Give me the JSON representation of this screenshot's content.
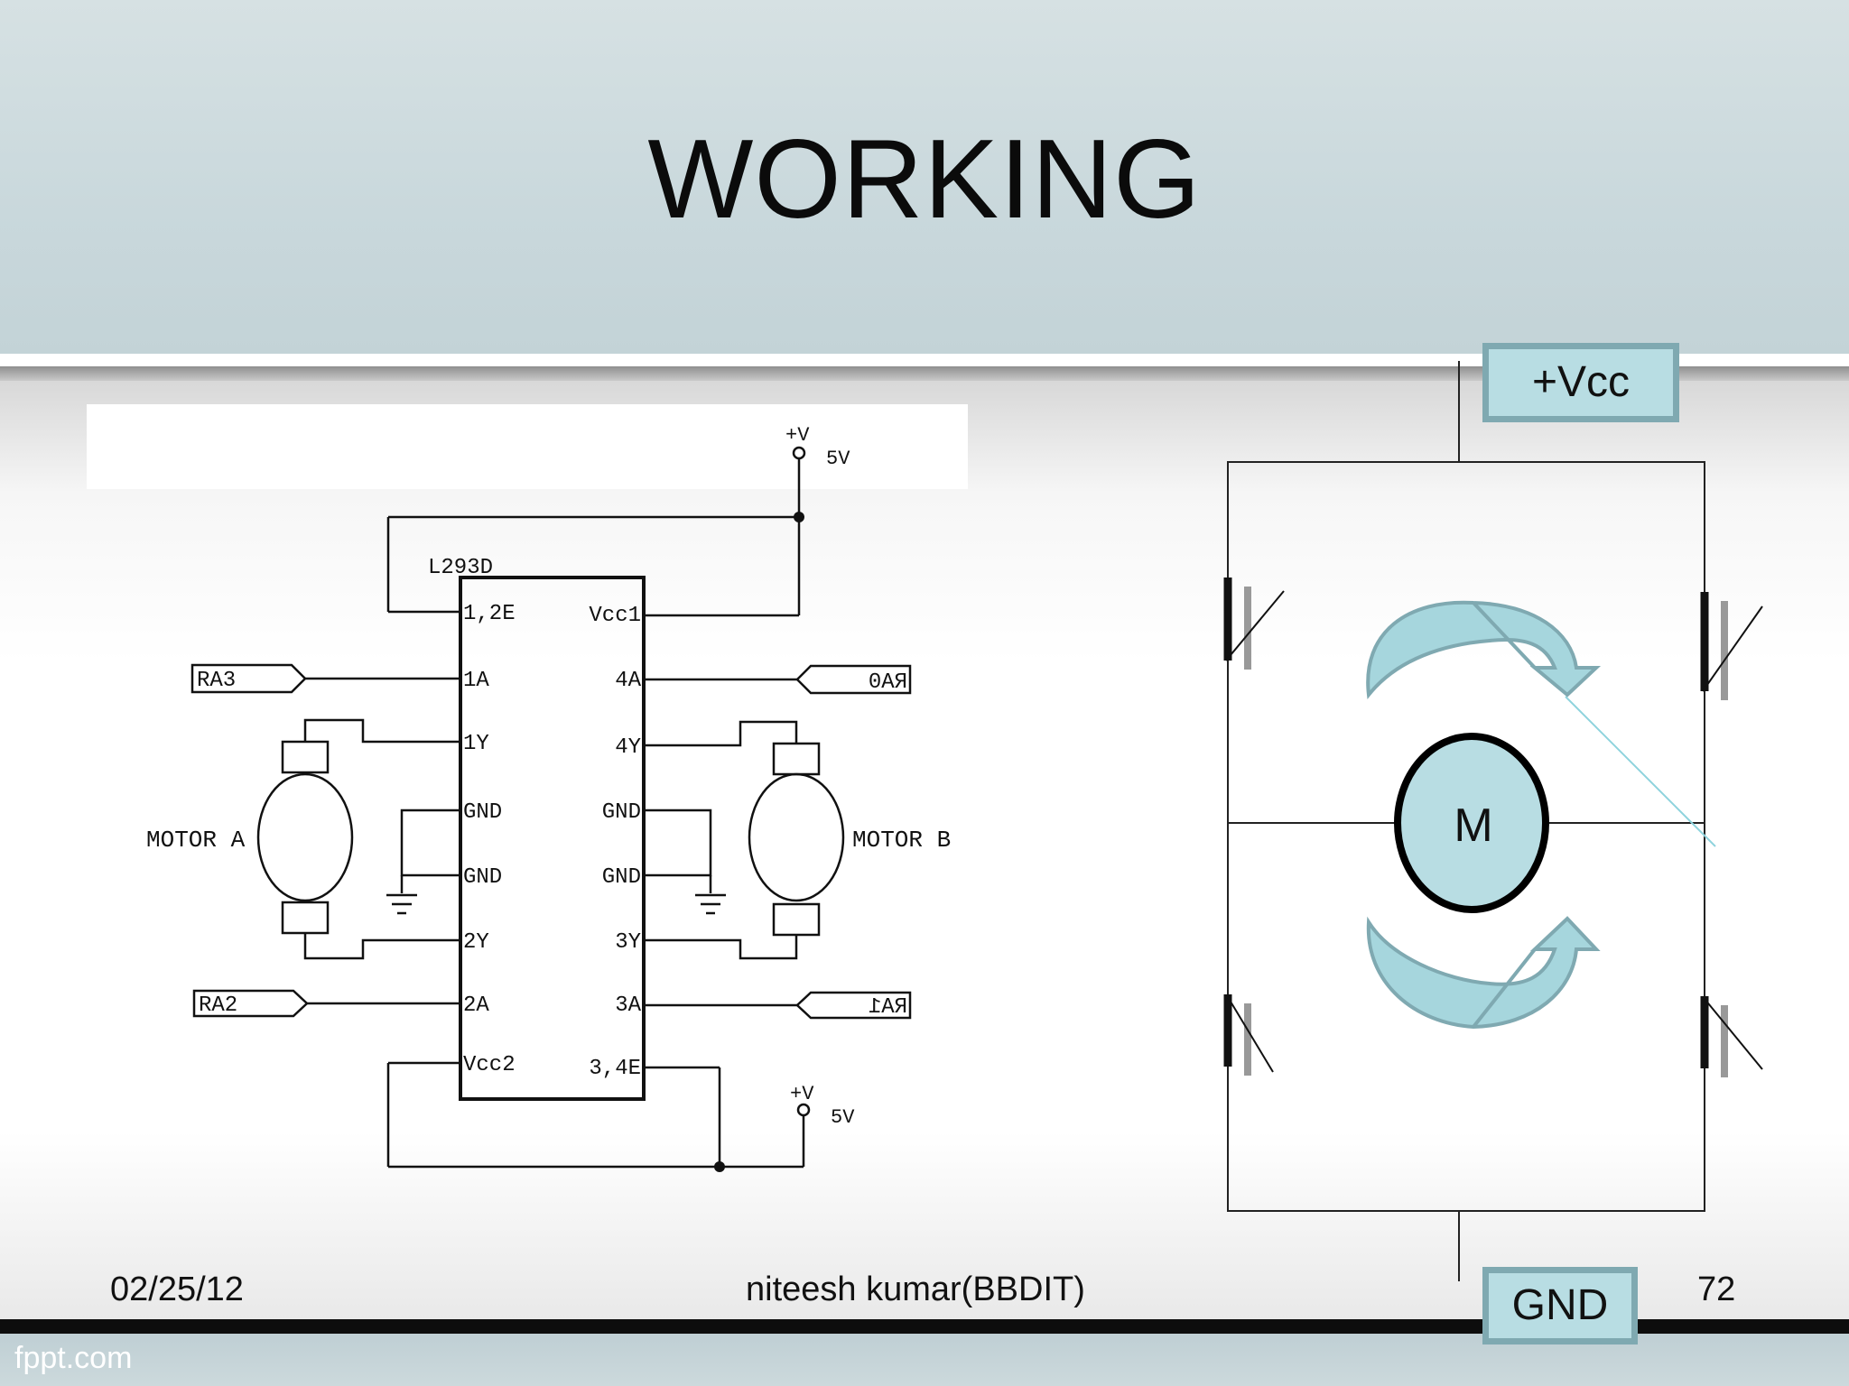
{
  "slide": {
    "title": "WORKING",
    "footer": {
      "date": "02/25/12",
      "author": "niteesh kumar(BBDIT)",
      "page": "72"
    },
    "brand": "fppt.com"
  },
  "schematic": {
    "chip_name": "L293D",
    "left_pins": [
      "1,2E",
      "1A",
      "1Y",
      "GND",
      "GND",
      "2Y",
      "2A",
      "Vcc2"
    ],
    "right_pins": [
      "Vcc1",
      "4A",
      "4Y",
      "GND",
      "GND",
      "3Y",
      "3A",
      "3,4E"
    ],
    "inputs": [
      "RA3",
      "RA2",
      "RA0",
      "RA1"
    ],
    "motor_a": "MOTOR A",
    "motor_b": "MOTOR B",
    "supply": {
      "symbol": "+V",
      "voltage": "5V"
    }
  },
  "hbridge": {
    "vcc_label": "+Vcc",
    "gnd_label": "GND",
    "motor_label": "M",
    "fill_color": "#b8dde3",
    "border_color": "#7fa9b1"
  }
}
